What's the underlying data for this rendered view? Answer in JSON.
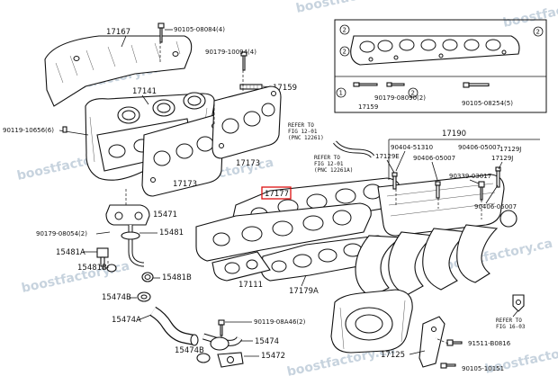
{
  "watermark": "boostfactory.ca",
  "highlighted_part": "17177",
  "parts": {
    "p17167": "17167",
    "p90105_08084": "90105-08084(4)",
    "p90179_10094": "90179-10094(4)",
    "p17141": "17141",
    "p17159": "17159",
    "p90119_10656": "90119-10656(6)",
    "p17173a": "17173",
    "p17173b": "17173",
    "p17177": "17177",
    "p15471": "15471",
    "p15481": "15481",
    "p90179_08054": "90179-08054(2)",
    "p15481A": "15481A",
    "p15481B_left": "15481B",
    "p15481B_right": "15481B",
    "p15474B_top": "15474B",
    "p15474A": "15474A",
    "p15474B_bottom": "15474B",
    "p15474": "15474",
    "p15472": "15472",
    "p90119_08A46": "90119-08A46(2)",
    "p17111": "17111",
    "p17179A": "17179A",
    "p17190": "17190",
    "p90404_51310": "90404-51310",
    "p90406_05007a": "90406-05007",
    "p90406_05007b": "90406-05007",
    "p90406_05007c": "90406-05007",
    "p17129J_top": "17129J",
    "p17129J_mid": "17129J",
    "p17129E": "17129E",
    "p90339_03017": "90339-03017",
    "p17125": "17125",
    "p91511_B0816": "91511-B0816",
    "p90105_10151": "90105-10151"
  },
  "references": {
    "ref1": [
      "REFER TO",
      "FIG 12-01",
      "(PNC 12261)"
    ],
    "ref2": [
      "REFER TO",
      "FIG 12-01",
      "(PNC 12261A)"
    ],
    "ref3": [
      "REFER TO",
      "FIG 16-03"
    ]
  },
  "inset": {
    "markers": [
      "2",
      "2",
      "2",
      "1",
      "2"
    ],
    "labels": {
      "i17159": "17159",
      "i90179": "90179-08090(2)",
      "i90105": "90105-08254(5)"
    }
  }
}
